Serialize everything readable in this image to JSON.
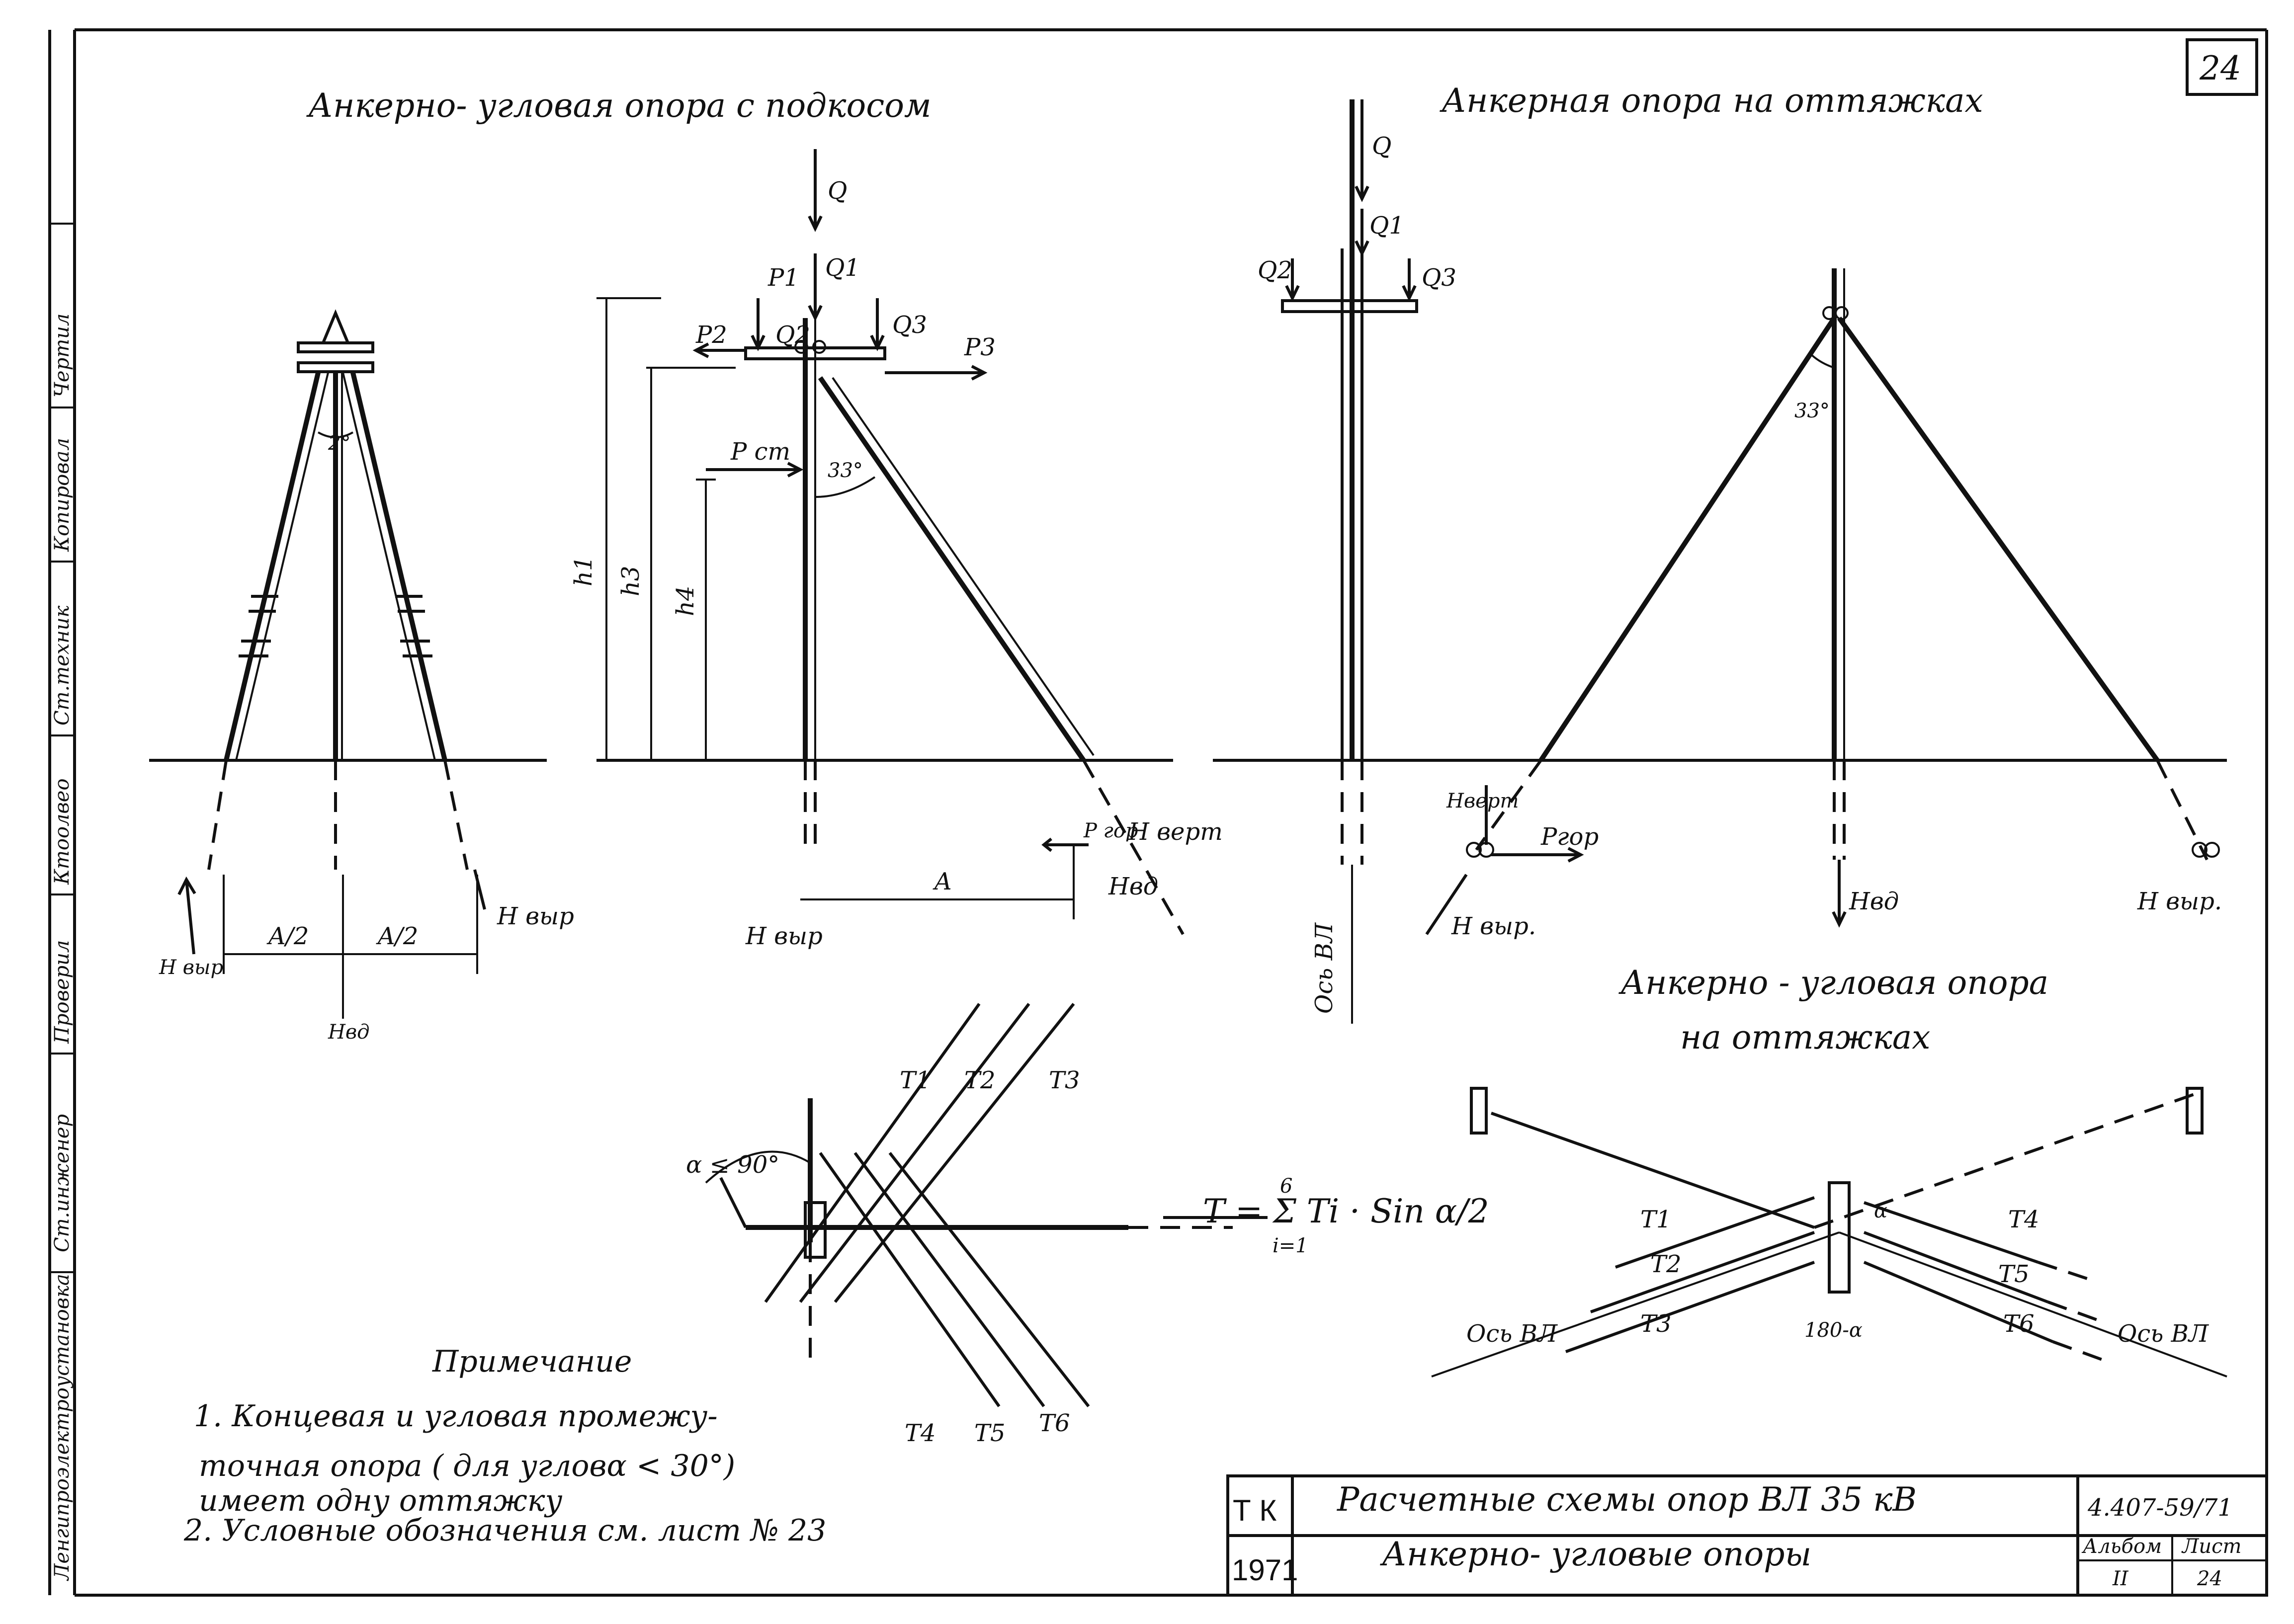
{
  "sheet": {
    "number_top": "24",
    "side_stamp": [
      "Ленгипроэлектроустановка",
      "Ст.инженер",
      "Проверил",
      "Ктоолвео",
      "Ст.техник",
      "Копировал",
      "Чертил"
    ]
  },
  "drawing1": {
    "title": "Анкерно- угловая опора с подкосом",
    "angle": "2°",
    "labels": {
      "a_half_left": "A/2",
      "a_half_right": "A/2",
      "n_vyr_left": "Н выр",
      "n_vyr_right": "Н выр",
      "n_vd": "Нвд"
    }
  },
  "drawing2": {
    "labels": {
      "Q": "Q",
      "Q1": "Q1",
      "Q2": "Q2",
      "Q3": "Q3",
      "P1": "P1",
      "P2": "P2",
      "P3": "P3",
      "Pst": "P ст",
      "h1": "h1",
      "h3": "h3",
      "h4": "h4",
      "angle": "33°",
      "A": "A",
      "p_gor": "P гор",
      "n_vert": "Н верт",
      "n_vd": "Нвд",
      "n_vyr": "Н выр"
    }
  },
  "drawing3": {
    "title": "Анкерная опора на оттяжках",
    "labels": {
      "Q": "Q",
      "Q1": "Q1",
      "Q2": "Q2",
      "Q3": "Q3",
      "angle": "33°",
      "n_vert": "Нверт",
      "p_gor": "Pгор",
      "n_vyr_left": "Н выр.",
      "n_vd": "Нвд",
      "n_vyr_right": "Н выр.",
      "axis": "Ось ВЛ"
    }
  },
  "drawing4": {
    "labels": {
      "T1": "T1",
      "T2": "T2",
      "T3": "T3",
      "T4": "T4",
      "T5": "T5",
      "T6": "T6",
      "alpha": "α ≤ 90°"
    },
    "formula": "T = Σ Ti · Sin α/2",
    "formula_limits": {
      "top": "6",
      "bottom": "i=1"
    }
  },
  "drawing5": {
    "title_line1": "Анкерно - угловая опора",
    "title_line2": "на оттяжках",
    "labels": {
      "T1": "T1",
      "T2": "T2",
      "T3": "T3",
      "T4": "T4",
      "T5": "T5",
      "T6": "T6",
      "alpha": "α",
      "angle_bottom": "180-α",
      "axis_left": "Ось ВЛ",
      "axis_right": "Ось ВЛ"
    }
  },
  "notes": {
    "heading": "Примечание",
    "line1": "1. Концевая и угловая промежу-",
    "line2": "точная опора ( для угловα < 30°)",
    "line3": "имеет одну оттяжку",
    "line4": "2. Условные обозначения   см.   лист № 23"
  },
  "title_block": {
    "code_left": "Т К",
    "year": "1971",
    "title_line1": "Расчетные схемы опор ВЛ 35 кВ",
    "title_line2": "Анкерно- угловые опоры",
    "doc_number": "4.407-59/71",
    "album_label": "Альбом",
    "album_value": "II",
    "sheet_label": "Лист",
    "sheet_value": "24"
  }
}
